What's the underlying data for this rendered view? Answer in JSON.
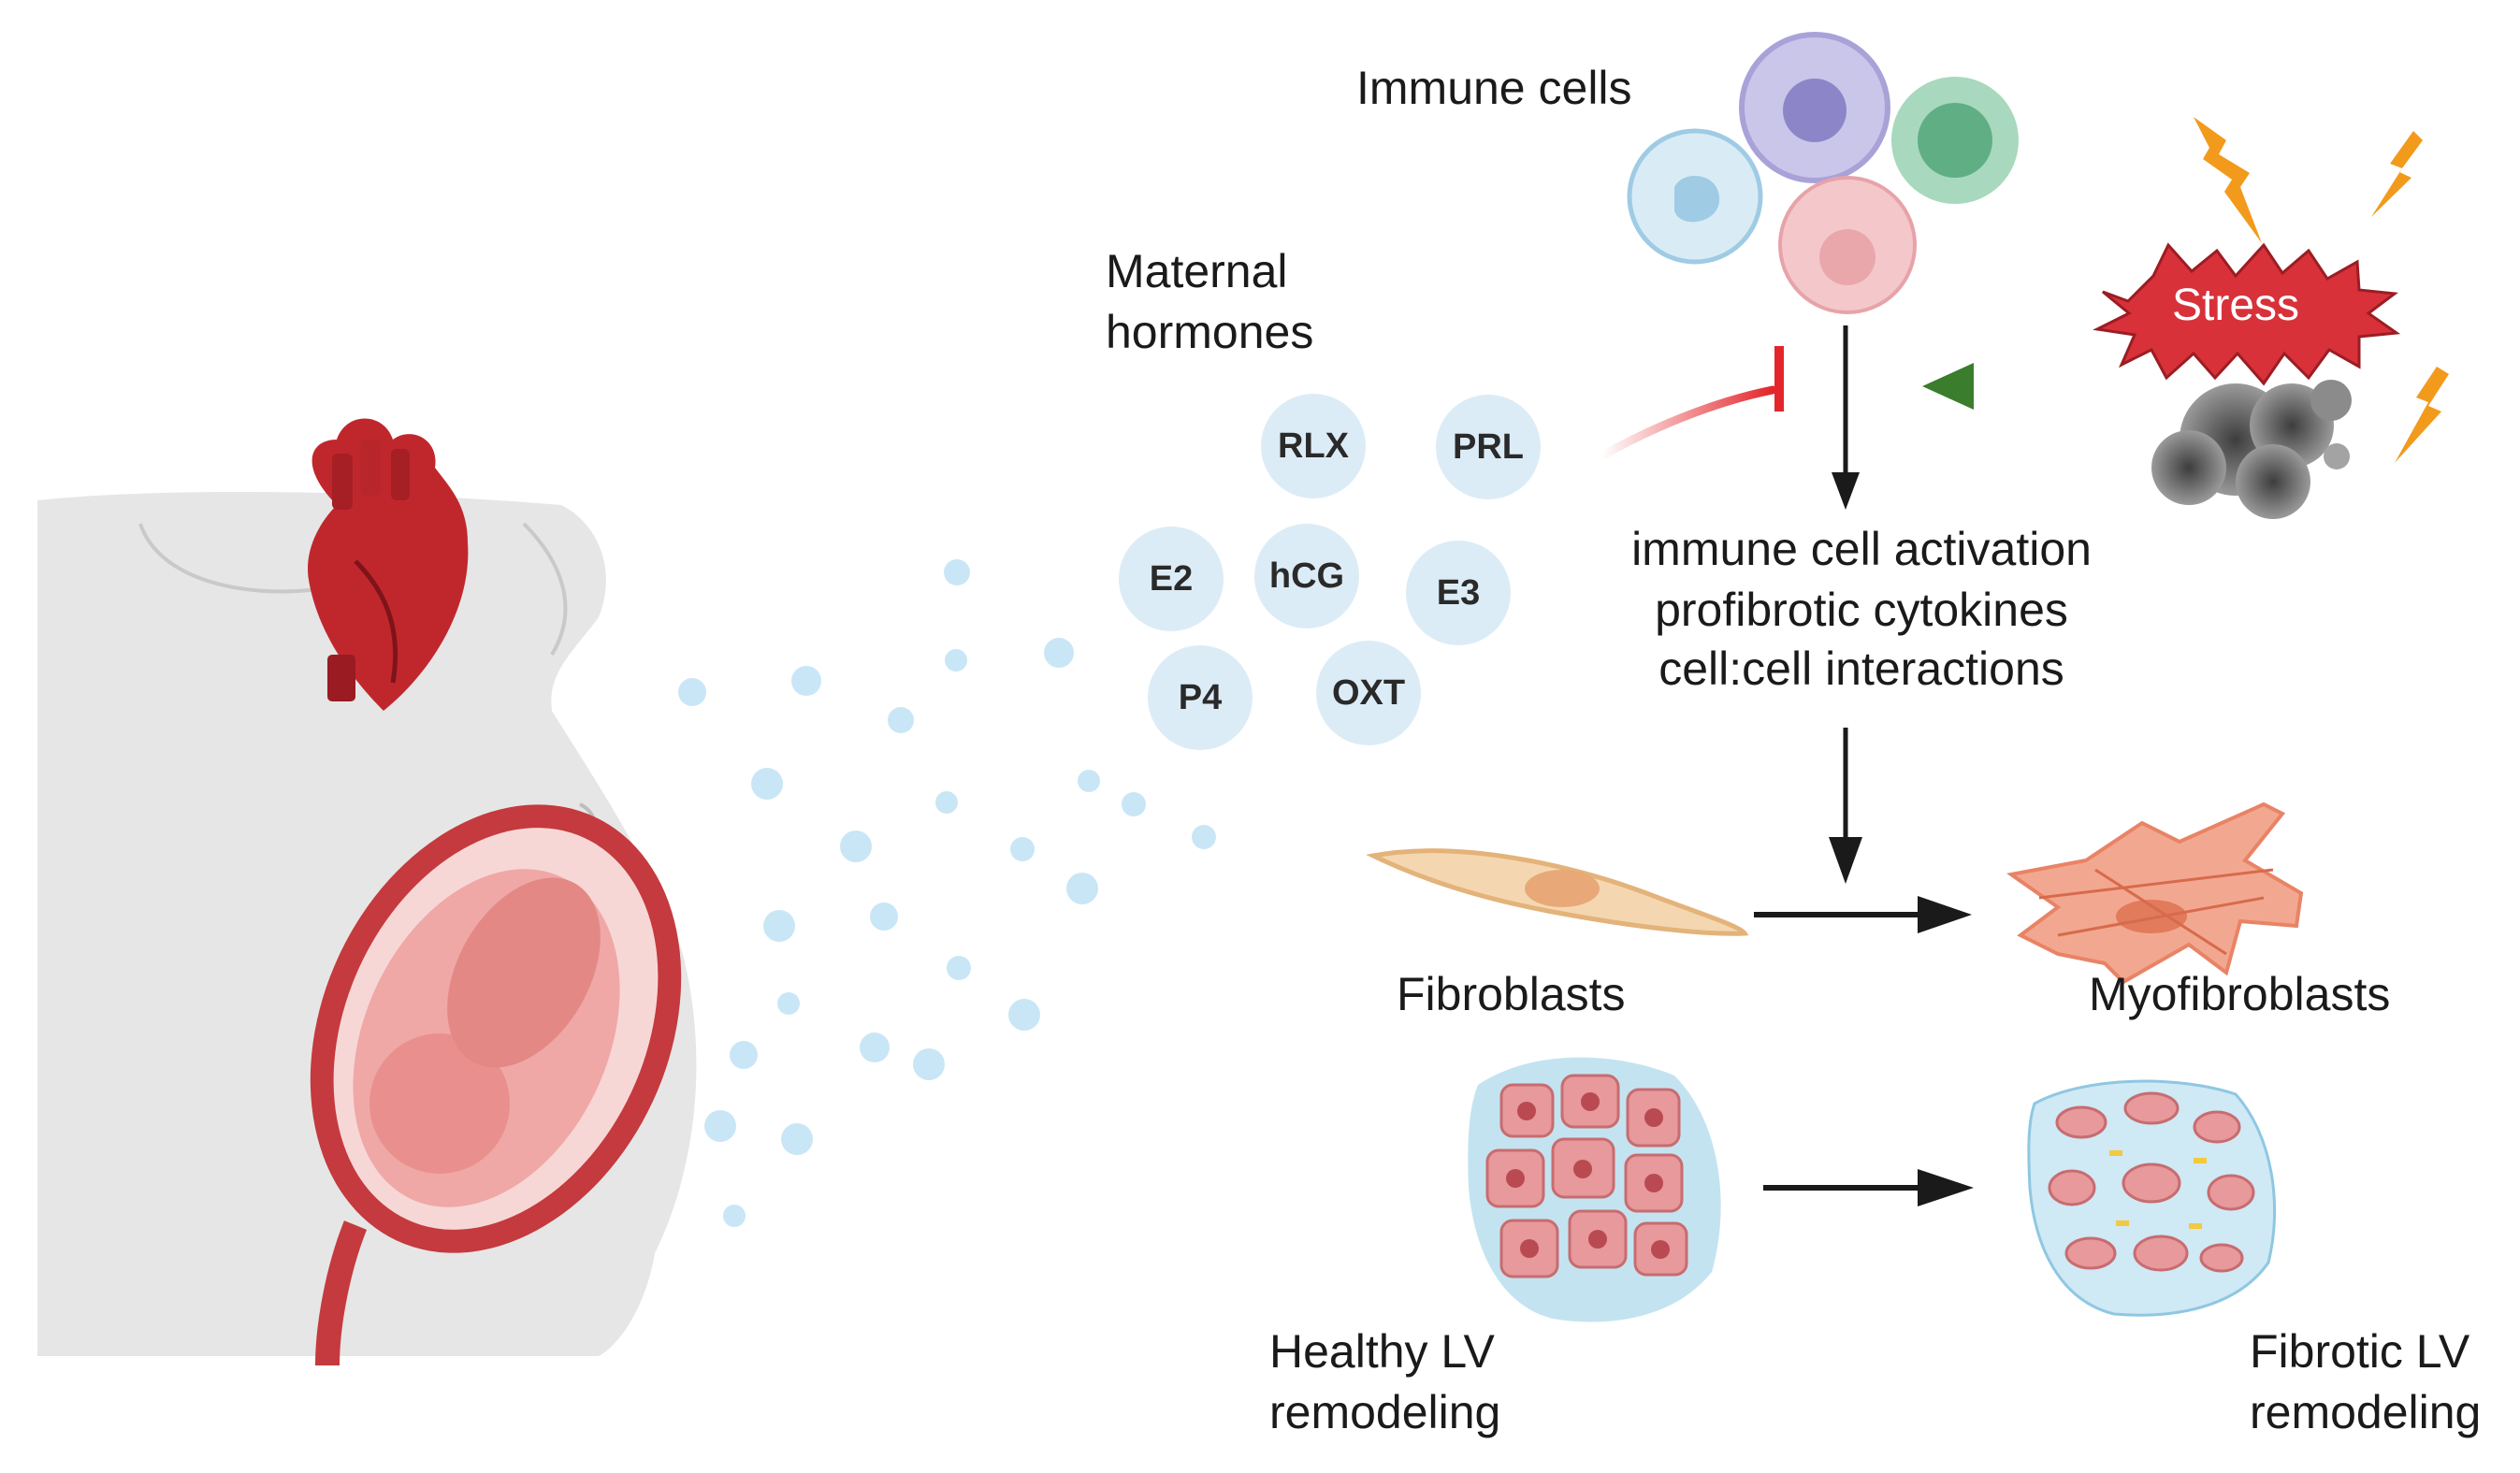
{
  "labels": {
    "immune_cells": "Immune cells",
    "maternal_hormones_line1": "Maternal",
    "maternal_hormones_line2": "hormones",
    "stress": "Stress",
    "effects_line1": "immune cell activation",
    "effects_line2": "profibrotic cytokines",
    "effects_line3": "cell:cell interactions",
    "fibroblasts": "Fibroblasts",
    "myofibroblasts": "Myofibroblasts",
    "healthy_line1": "Healthy LV",
    "healthy_line2": "remodeling",
    "fibrotic_line1": "Fibrotic LV",
    "fibrotic_line2": "remodeling"
  },
  "hormones": [
    "RLX",
    "PRL",
    "E2",
    "hCG",
    "E3",
    "P4",
    "OXT"
  ],
  "colors": {
    "hormone_bubble": "#dcecf6",
    "particle": "#c9e6f6",
    "inhibition": "#e3262b",
    "stress_arrow": "#3a7d2c",
    "stress_burst": "#d8313a",
    "lightning": "#f29a1c",
    "heart": "#c0272d",
    "body": "#e6e6e6"
  },
  "icons": [
    "heart-icon",
    "pregnant-body-icon",
    "fetus-icon",
    "immune-cell-icon",
    "lightning-icon",
    "smoke-icon",
    "fibroblast-icon",
    "myofibroblast-icon",
    "tissue-icon"
  ]
}
